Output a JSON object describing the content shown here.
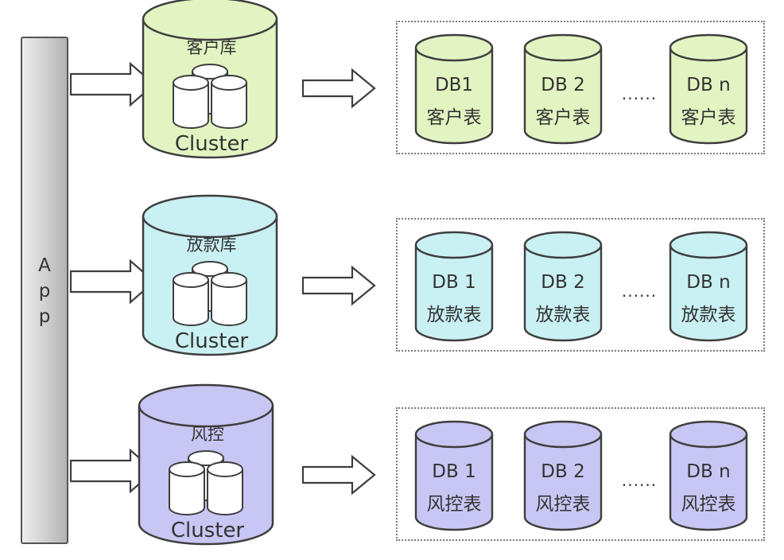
{
  "app_label": [
    "A",
    "p",
    "p"
  ],
  "cluster_footer": "Cluster",
  "ellipsis": "······",
  "rows": [
    {
      "cluster_title": "客户库",
      "fill": "#e2f4c1",
      "databases": [
        {
          "name": "DB1",
          "table": "客户表"
        },
        {
          "name": "DB 2",
          "table": "客户表"
        },
        {
          "name": "DB n",
          "table": "客户表"
        }
      ]
    },
    {
      "cluster_title": "放款库",
      "fill": "#c9f0f3",
      "databases": [
        {
          "name": "DB 1",
          "table": "放款表"
        },
        {
          "name": "DB 2",
          "table": "放款表"
        },
        {
          "name": "DB n",
          "table": "放款表"
        }
      ]
    },
    {
      "cluster_title": "风控",
      "fill": "#c8c6f3",
      "databases": [
        {
          "name": "DB 1",
          "table": "风控表"
        },
        {
          "name": "DB 2",
          "table": "风控表"
        },
        {
          "name": "DB n",
          "table": "风控表"
        }
      ]
    }
  ]
}
